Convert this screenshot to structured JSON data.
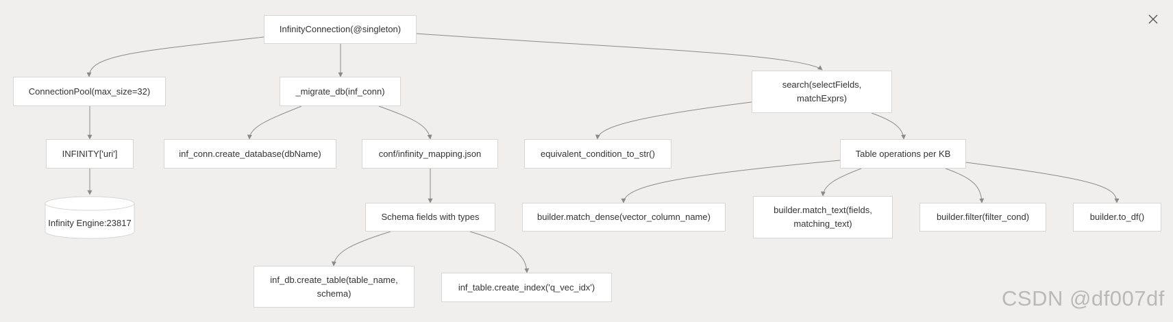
{
  "nodes": {
    "root": "InfinityConnection(@singleton)",
    "pool": "ConnectionPool(max_size=32)",
    "migrate": "_migrate_db(inf_conn)",
    "search": "search(selectFields, matchExprs)",
    "uri": "INFINITY['uri']",
    "engine": "Infinity Engine:23817",
    "create_db": "inf_conn.create_database(dbName)",
    "mapping": "conf/infinity_mapping.json",
    "schema": "Schema fields with types",
    "create_table": "inf_db.create_table(table_name, schema)",
    "create_index": "inf_table.create_index('q_vec_idx')",
    "equiv": "equivalent_condition_to_str()",
    "table_ops": "Table operations per KB",
    "match_dense": "builder.match_dense(vector_column_name)",
    "match_text": "builder.match_text(fields, matching_text)",
    "filter": "builder.filter(filter_cond)",
    "to_df": "builder.to_df()"
  },
  "edges": [
    [
      "root",
      "pool"
    ],
    [
      "root",
      "migrate"
    ],
    [
      "root",
      "search"
    ],
    [
      "pool",
      "uri"
    ],
    [
      "uri",
      "engine"
    ],
    [
      "migrate",
      "create_db"
    ],
    [
      "migrate",
      "mapping"
    ],
    [
      "mapping",
      "schema"
    ],
    [
      "schema",
      "create_table"
    ],
    [
      "schema",
      "create_index"
    ],
    [
      "search",
      "equiv"
    ],
    [
      "search",
      "table_ops"
    ],
    [
      "table_ops",
      "match_dense"
    ],
    [
      "table_ops",
      "match_text"
    ],
    [
      "table_ops",
      "filter"
    ],
    [
      "table_ops",
      "to_df"
    ]
  ],
  "icons": {
    "close": "close-icon"
  },
  "watermark": "CSDN @df007df",
  "colors": {
    "background": "#f0efed",
    "node_fill": "#ffffff",
    "node_border": "#d6d6d6",
    "edge": "#8a8a8a"
  }
}
